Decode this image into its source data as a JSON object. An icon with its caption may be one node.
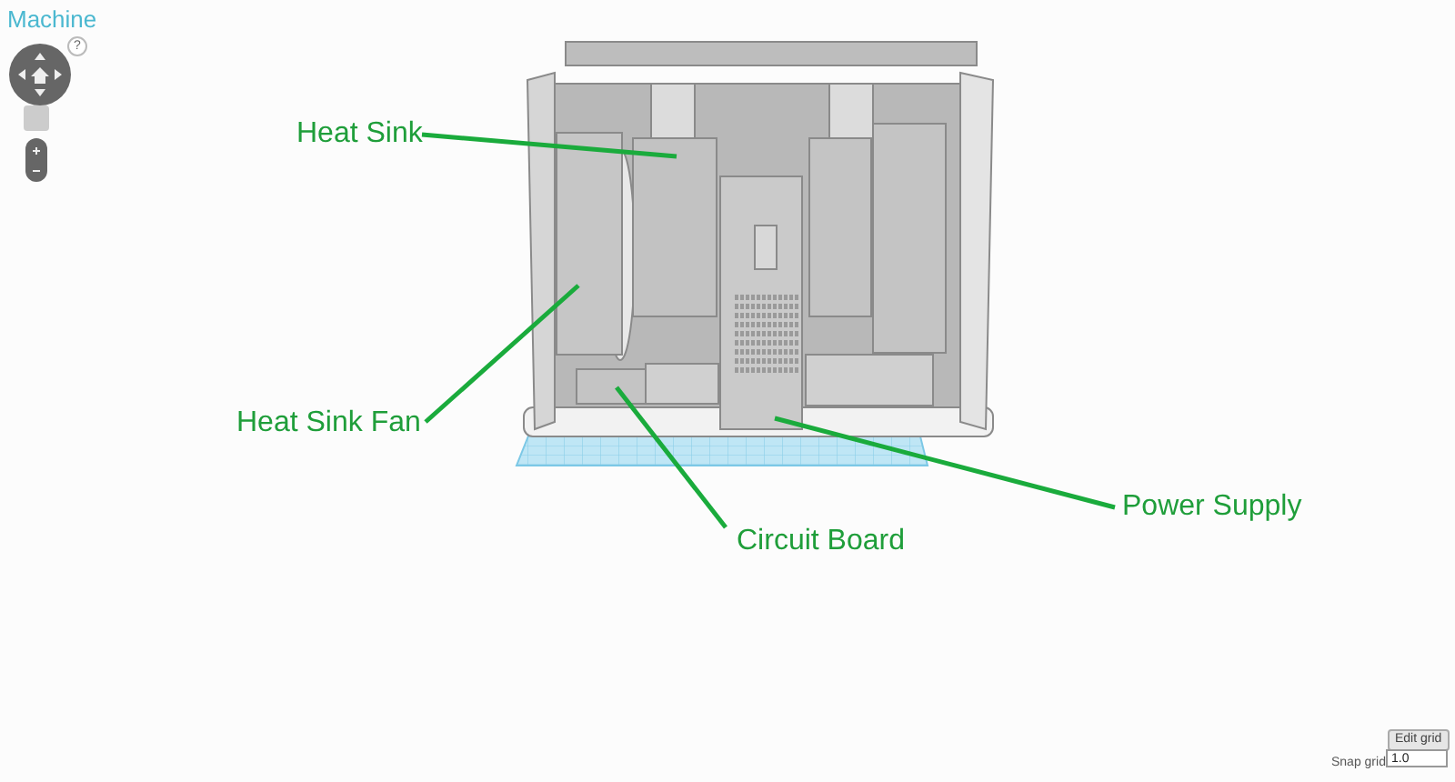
{
  "diagram": {
    "title": "Machine",
    "nodes": [
      {
        "text": [
          "Heat Sink"
        ]
      },
      {
        "text": [],
        "shape": "box"
      },
      {
        "text": [
          "Heat Sink Fan"
        ]
      },
      {
        "text": [],
        "shape": "box"
      },
      {
        "text": [
          "Circuit Board"
        ]
      },
      {
        "text": [],
        "shape": "box"
      },
      {
        "text": [
          "Power Supply"
        ]
      },
      {
        "text": [],
        "shape": "box"
      },
      {
        "text": [],
        "shape": "box"
      },
      {
        "text": [],
        "shape": "box"
      }
    ],
    "edges": [
      {
        "from": 0,
        "to": 1,
        "arrow": "none"
      },
      {
        "from": 2,
        "to": 3,
        "arrow": "none"
      },
      {
        "from": 4,
        "to": 5,
        "arrow": "none"
      },
      {
        "from": 6,
        "to": 7,
        "arrow": "none"
      }
    ],
    "labels": [
      "?",
      "Edit grid",
      "Snap grid",
      "1.0"
    ]
  }
}
